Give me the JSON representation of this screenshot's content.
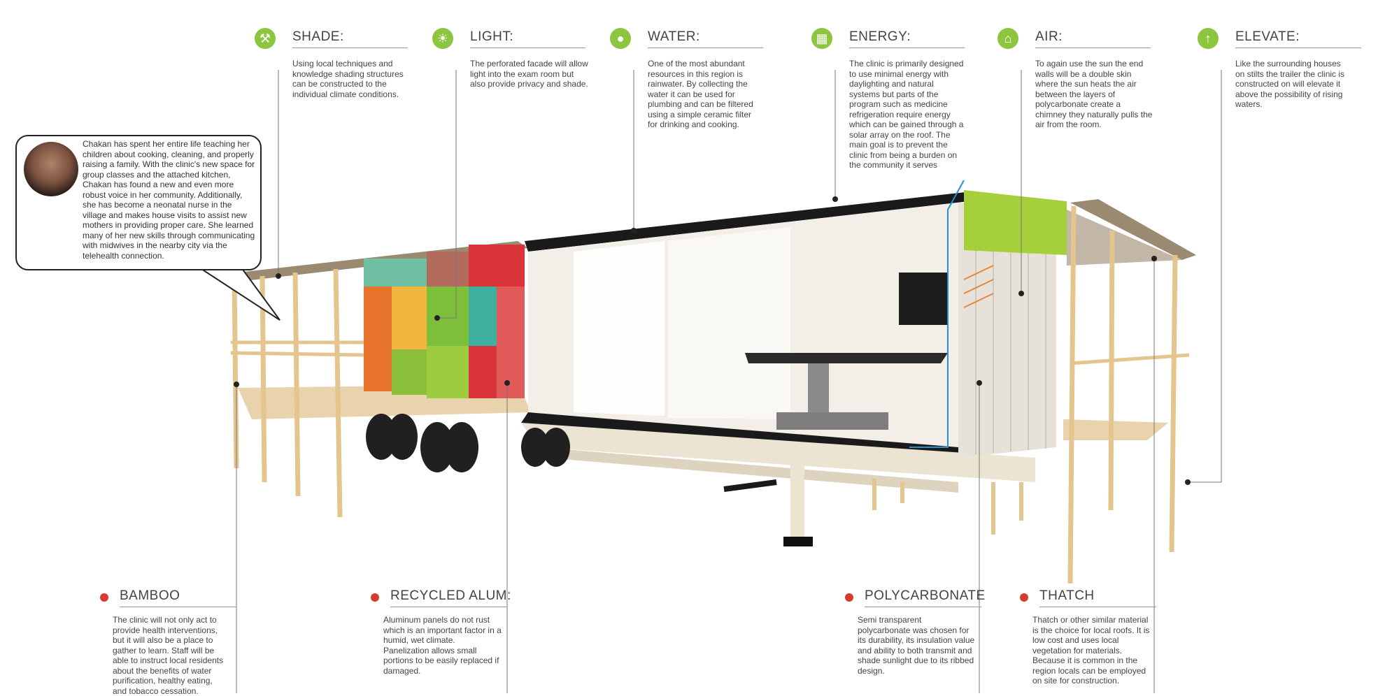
{
  "features": [
    {
      "key": "shade",
      "title": "SHADE:",
      "icon": "tools-icon",
      "glyph": "⚒",
      "desc": "Using local techniques and knowledge shading structures can be constructed to the individual climate conditions."
    },
    {
      "key": "light",
      "title": "LIGHT:",
      "icon": "sun-icon",
      "glyph": "☀",
      "desc": "The perforated facade will allow light into the exam room but also provide privacy and shade."
    },
    {
      "key": "water",
      "title": "WATER:",
      "icon": "water-drop-icon",
      "glyph": "●",
      "desc": "One of the most abundant resources in this region is rainwater.  By collecting the water it can be used for plumbing and can be filtered using a simple ceramic filter for drinking and cooking."
    },
    {
      "key": "energy",
      "title": "ENERGY:",
      "icon": "solar-panel-icon",
      "glyph": "▦",
      "desc": "The clinic is primarily designed to use minimal energy with daylighting and natural systems but parts of the program such as medicine refrigeration require energy which can be gained through a solar array on the roof. The main goal is to prevent the clinic from being a burden on the community it serves"
    },
    {
      "key": "air",
      "title": "AIR:",
      "icon": "house-air-icon",
      "glyph": "⌂",
      "desc": "To again use the sun the end walls will be a double skin where the sun heats the air between the layers of polycarbonate create a chimney they naturally pulls the air from the room."
    },
    {
      "key": "elevate",
      "title": "ELEVATE:",
      "icon": "arrow-up-icon",
      "glyph": "↑",
      "desc": "Like the surrounding houses on stilts the trailer the clinic is constructed on will elevate it above the possibility of rising waters."
    }
  ],
  "materials": [
    {
      "key": "bamboo",
      "title": "BAMBOO",
      "desc": "The clinic will not only act to provide health interventions, but it will also be a place to gather to learn. Staff will be able to instruct local residents about the benefits of water purification, healthy eating, and tobacco cessation."
    },
    {
      "key": "alum",
      "title": "RECYCLED ALUM:",
      "desc": "Aluminum panels do not rust which is an important factor in a humid, wet climate. Panelization allows small portions to be easily replaced if damaged."
    },
    {
      "key": "poly",
      "title": "POLYCARBONATE",
      "desc": "Semi transparent polycarbonate was chosen for its durability, its insulation value and ability to both transmit and shade sunlight due to its ribbed design."
    },
    {
      "key": "thatch",
      "title": "THATCH",
      "desc": "Thatch or other similar material is the choice for local roofs.  It is low cost and uses local vegetation for materials. Because it is common in the region locals can be employed on site for construction."
    }
  ],
  "callout": {
    "story": "Chakan has spent her entire life teaching her children about cooking, cleaning, and properly raising a family. With the clinic's new space for group classes and the attached kitchen, Chakan has found a new and even more robust voice in her community. Additionally, she has become a neonatal nurse in the village and makes house visits to assist new mothers in providing proper care. She learned many of her new skills through communicating with midwives in the nearby city via the telehealth connection."
  },
  "colors": {
    "accent_green": "#8cc63f",
    "material_red": "#d63b2f"
  }
}
